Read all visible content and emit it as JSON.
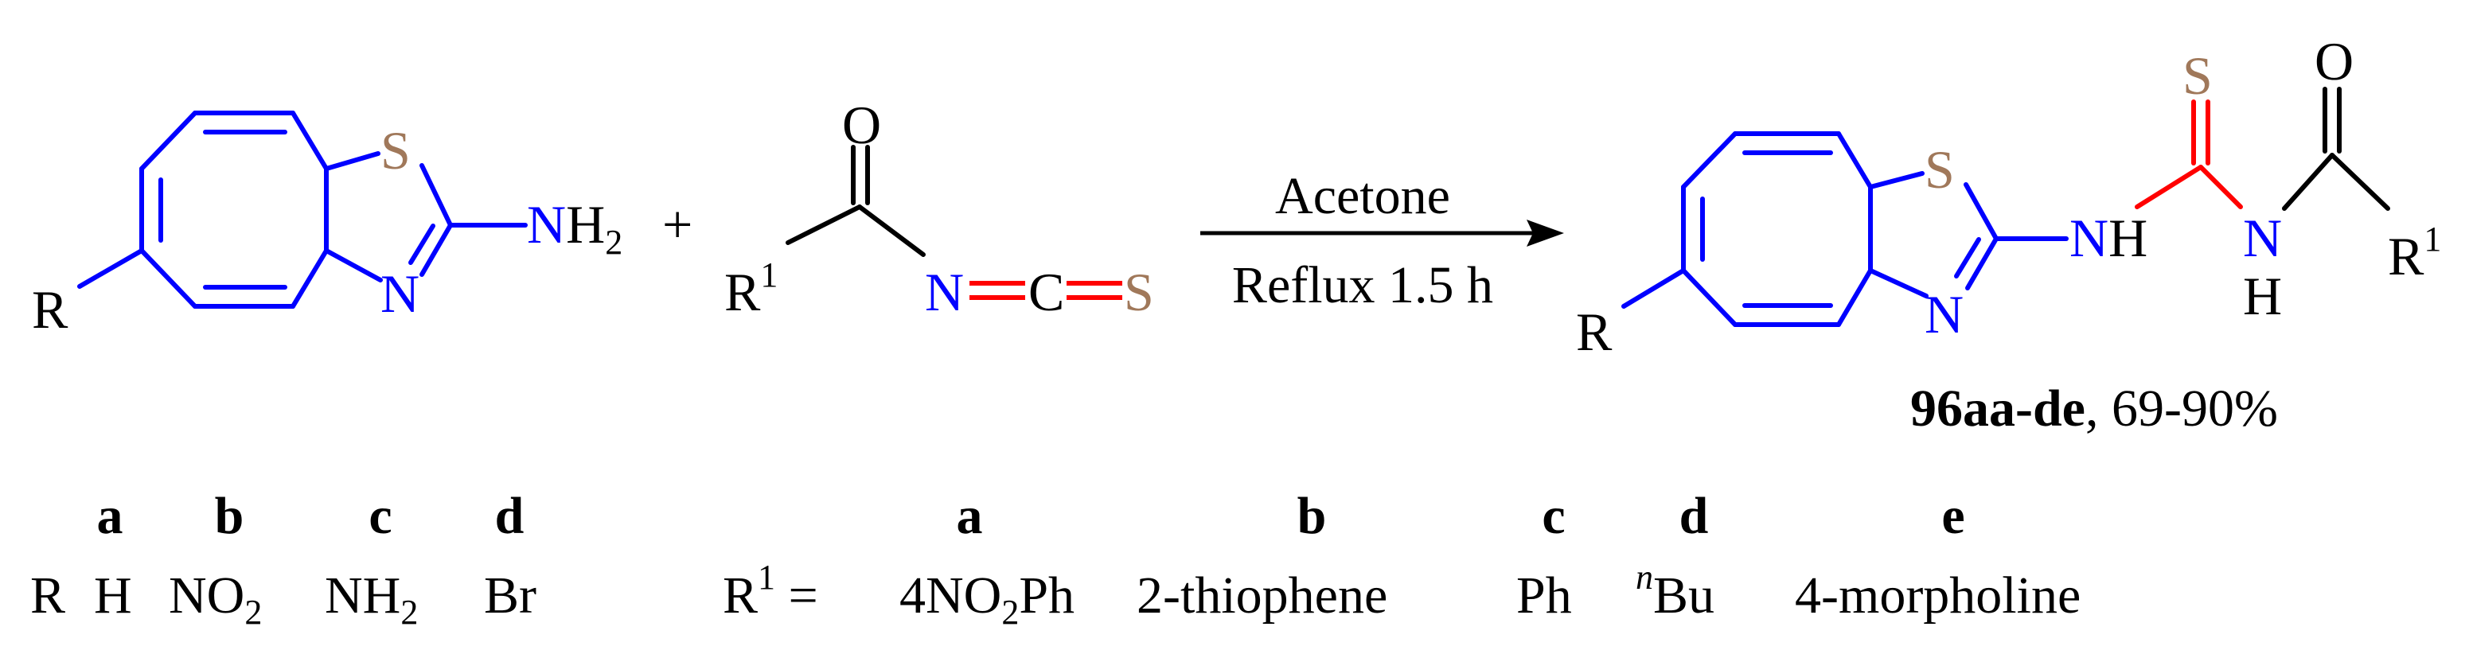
{
  "colors": {
    "ring_bond": "#0000ff",
    "nitrogen": "#0000ff",
    "sulfur": "#a0785a",
    "thio_bond": "#ff0000",
    "plain": "#000000"
  },
  "reactant1": {
    "sulfur": "S",
    "ring_nitrogen": "N",
    "substituent": "R",
    "amine_n": "N",
    "amine_h": "H",
    "amine_sub": "2"
  },
  "plus": "+",
  "reactant2": {
    "oxygen": "O",
    "r1": "R",
    "r1_sup": "1",
    "n": "N",
    "c": "C",
    "s": "S"
  },
  "conditions": {
    "above": "Acetone",
    "below": "Reflux 1.5 h"
  },
  "product": {
    "sulfur_ring": "S",
    "ring_nitrogen": "N",
    "substituent": "R",
    "nh1_n": "N",
    "nh1_h": "H",
    "thione_s": "S",
    "nh2_n": "N",
    "nh2_h": "H",
    "oxygen": "O",
    "r1": "R",
    "r1_sup": "1",
    "compound_id": "96aa-de",
    "yield": ", 69-90%"
  },
  "r_table": {
    "letters": [
      "a",
      "b",
      "c",
      "d"
    ],
    "prefix": "R",
    "values": [
      "H",
      "NO",
      "NH",
      "Br"
    ],
    "subs": [
      "",
      "2",
      "2",
      ""
    ]
  },
  "r1_table": {
    "letters": [
      "a",
      "b",
      "c",
      "d",
      "e"
    ],
    "prefix_r": "R",
    "prefix_sup": "1",
    "prefix_eq": " = ",
    "a_main": "4NO",
    "a_sub": "2",
    "a_tail": "Ph",
    "b": "2-thiophene",
    "c": "Ph",
    "d_sup": "n",
    "d_main": "Bu",
    "e": "4-morpholine"
  }
}
